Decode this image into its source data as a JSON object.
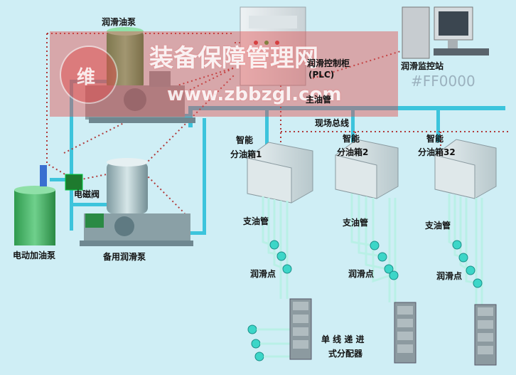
{
  "labels": {
    "lube_pump": "润滑油泵",
    "control_cabinet": "润滑控制柜",
    "plc": "(PLC)",
    "monitor_station": "润滑监控站",
    "main_pipe": "主油管",
    "field_bus": "现场总线",
    "box1_line1": "智能",
    "box1_line2": "分油箱1",
    "box2_line1": "智能",
    "box2_line2": "分油箱2",
    "box3_line1": "智能",
    "box3_line2": "分油箱32",
    "solenoid_valve": "电磁阀",
    "electric_filling_pump": "电动加油泵",
    "backup_pump": "备用润滑泵",
    "branch_pipe_1": "支油管",
    "branch_pipe_2": "支油管",
    "branch_pipe_3": "支油管",
    "lube_point_1": "润滑点",
    "lube_point_2": "润滑点",
    "lube_point_3": "润滑点",
    "distributor_line1": "单 线 递 进",
    "distributor_line2": "式分配器"
  },
  "watermark": {
    "title": "装备保障管理网",
    "url": "www.zbbzgl.com",
    "seal_char": "维"
  },
  "color_readout": "#FF0000",
  "colors": {
    "background": "#cfeef5",
    "pipe": "#3cc4dc",
    "bus": "#b03a3a",
    "lube_point": "#3cd6c8",
    "watermark": "#e05050"
  }
}
